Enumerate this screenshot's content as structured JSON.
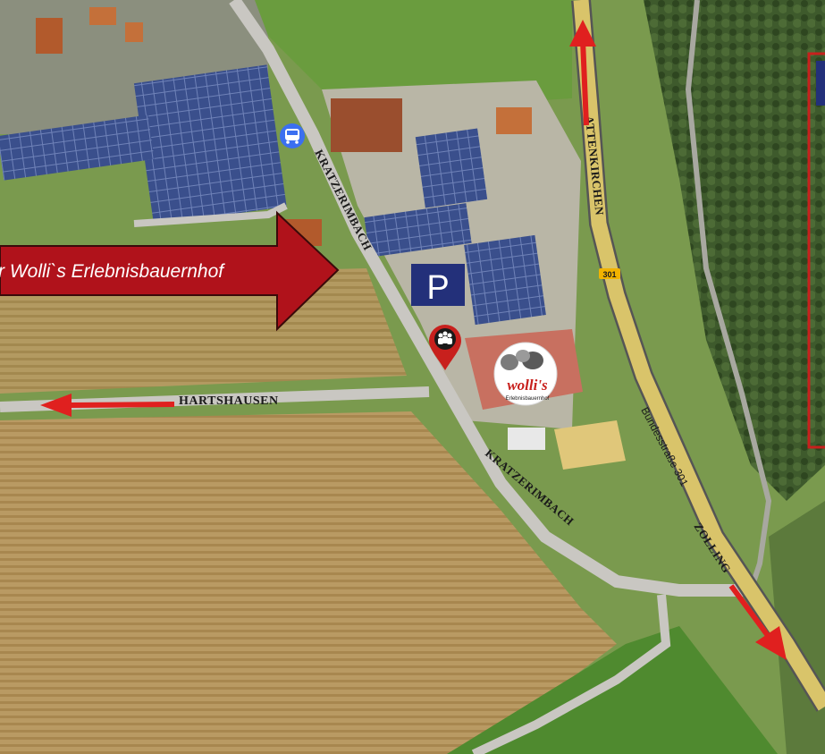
{
  "callout": {
    "text": "r Wolli`s Erlebnisbauernhof"
  },
  "roads": {
    "kratzerimbach_north": "KRATZERIMBACH",
    "kratzerimbach_south": "KRATZERIMBACH",
    "hartshausen": "HARTSHAUSEN",
    "attenkirchen": "ATTENKIRCHEN",
    "zolling": "ZOLLING",
    "bundesstrasse": "Bundesstraße 301",
    "road_number": "301"
  },
  "farm_logo": {
    "title": "wolli's",
    "subtitle": "Erlebnisbauernhof"
  },
  "icons": {
    "parking": "P",
    "bus": "bus-stop-icon",
    "meeting": "group-pin-icon"
  },
  "colors": {
    "arrow_red": "#b0121b",
    "direction_red": "#e0201f",
    "parking_blue": "#23307a",
    "bus_blue": "#3b6ff0",
    "road_yellow": "#d9c46a"
  }
}
